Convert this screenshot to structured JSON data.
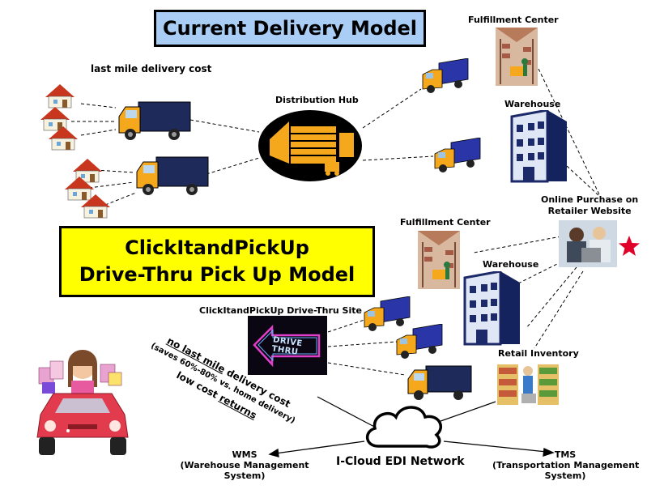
{
  "titles": {
    "current_model": "Current Delivery Model",
    "pickup_line1": "ClickItandPickUp",
    "pickup_line2": "Drive-Thru Pick Up Model"
  },
  "labels": {
    "last_mile_cost": "last mile delivery cost",
    "distribution_hub": "Distribution Hub",
    "fulfillment_center_top": "Fulfillment Center",
    "warehouse_top": "Warehouse",
    "online_purchase_line1": "Online Purchase on",
    "online_purchase_line2": "Retailer Website",
    "fulfillment_center_mid": "Fulfillment Center",
    "warehouse_mid": "Warehouse",
    "drive_thru_site": "ClickItandPickUp Drive-Thru Site",
    "drive_thru_sign": "DRIVE THRU",
    "retail_inventory": "Retail Inventory",
    "icloud": "I-Cloud EDI Network",
    "wms_title": "WMS",
    "wms_line1": "(Warehouse Management",
    "wms_line2": "System)",
    "tms_title": "TMS",
    "tms_line1": "(Transportation Management",
    "tms_line2": "System)"
  },
  "benefits": {
    "line1_a": "no last mile",
    "line1_b": " delivery cost",
    "line2": "(saves 60%-80% vs. home delivery)",
    "line3_a": "low cost ",
    "line3_b": "returns"
  },
  "colors": {
    "current_title_bg": "#a9cdf5",
    "pickup_title_bg": "#ffff00",
    "truck_cab": "#f5a81c",
    "truck_box_blue": "#2a35a8",
    "truck_box_navy": "#1e2a5a",
    "house_roof": "#c8361e",
    "car_body": "#e23b4e",
    "star": "#e0002a",
    "hub_bg": "#000000",
    "hub_accent": "#f5a81c"
  }
}
